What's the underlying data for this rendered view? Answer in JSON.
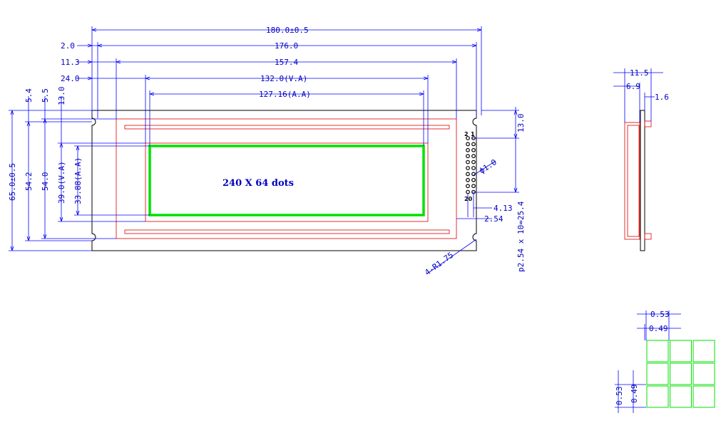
{
  "top_dims": {
    "overall": "180.0±0.5",
    "hole_pitch": "176.0",
    "bezel": "157.4",
    "va": "132.0(V.A)",
    "aa": "127.16(A.A)",
    "off_hole": "2.0",
    "off_bezel": "11.3",
    "off_va": "24.0"
  },
  "left_dims": {
    "overall": "65.0±0.5",
    "hole_pitch": "54.2",
    "bezel": "54.0",
    "va": "39.0(V.A)",
    "aa": "33.88(A.A)",
    "off_hole": "5.4",
    "off_bezel": "5.5",
    "off_va": "13.0"
  },
  "display": {
    "resolution_label": "240 X 64 dots"
  },
  "connector": {
    "pin_top_left": "2",
    "pin_top_right": "1",
    "pin_bottom": "20",
    "hole_dia": "ϕ1.0",
    "top_offset": "13.0",
    "pin_x": "4.13",
    "pin_pitch": "2.54",
    "pitch_total": "p2.54 x 10=25.4",
    "corner_radius": "4-R1.75"
  },
  "side_view": {
    "depth": "11.5",
    "panel": "6.9",
    "pcb": "1.6"
  },
  "pixel_detail": {
    "pitch": "0.53",
    "dot": "0.49"
  },
  "colors": {
    "dimension": "#0000ff",
    "bezel": "#e00000",
    "active_area": "#00e000",
    "outline": "#000000"
  }
}
